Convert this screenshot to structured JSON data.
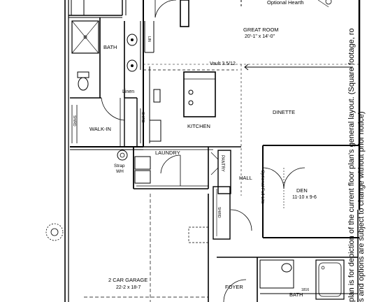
{
  "labels": {
    "optional_hearth": "Optional Hearth",
    "great_room": "GREAT ROOM",
    "great_room_dims": "20'-1\" x 14'-0\"",
    "bath_top": "BATH",
    "lin_small": "LIN",
    "vault": "Vault 3.5/12",
    "linen": "Linen",
    "dinette": "DINETTE",
    "kitchen": "KITCHEN",
    "walk_in": "WALK-IN",
    "shelf_1": "SH/RD",
    "shelf_2": "SH/RD",
    "laundry": "LAUNDRY",
    "strap_wh": "Strap",
    "strap_wh_2": "WH",
    "pantry": "PANTRY",
    "hall": "HALL",
    "optional_full_lite": "Optional Full Lite",
    "den": "DEN",
    "den_dims": "11-10 x 9-6",
    "shelf_3": "SH/RD",
    "garage": "2 CAR GARAGE",
    "garage_dims": "22-2 x 18-7",
    "foyer": "FOYER",
    "bath_bottom": "BATH",
    "linen_bottom": "1816"
  },
  "side_note": {
    "line1": "plan is for depiction of the current floor plan's general layout. (Square footage, ro",
    "line2": "s and options are subject to change without prior notice)"
  }
}
